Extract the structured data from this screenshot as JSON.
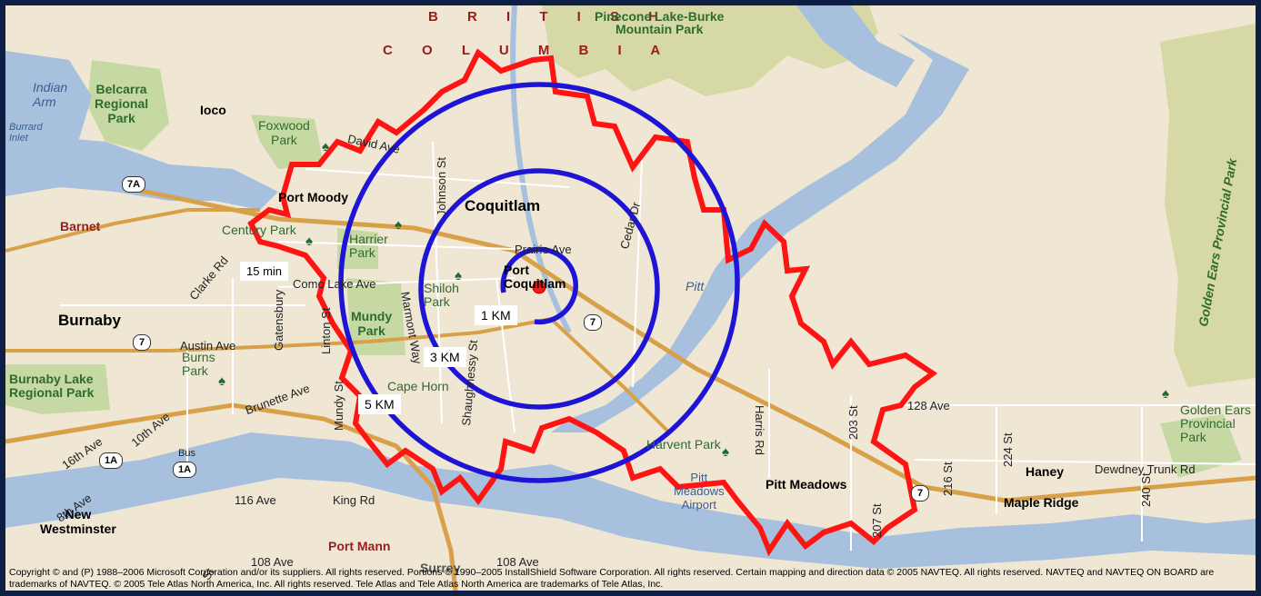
{
  "map": {
    "province": [
      "B R I T I S H",
      "C O L U M B I A"
    ],
    "places": {
      "coquitlam": "Coquitlam",
      "port_coquitlam": [
        "Port",
        "Coquitlam"
      ],
      "port_moody": "Port Moody",
      "burnaby": "Burnaby",
      "new_westminster": [
        "New",
        "Westminster"
      ],
      "pitt_meadows": "Pitt Meadows",
      "maple_ridge": "Maple Ridge",
      "haney": "Haney",
      "ioco": "Ioco",
      "barnet": "Barnet",
      "port_mann": "Port Mann",
      "surrey": "Surrey"
    },
    "parks": {
      "pinecone": [
        "Pinecone Lake-Burke",
        "Mountain Park"
      ],
      "belcarra": [
        "Belcarra",
        "Regional",
        "Park"
      ],
      "foxwood": [
        "Foxwood",
        "Park"
      ],
      "century": "Century Park",
      "harrier": [
        "Harrier",
        "Park"
      ],
      "shiloh": [
        "Shiloh",
        "Park"
      ],
      "mundy": [
        "Mundy",
        "Park"
      ],
      "burns": [
        "Burns",
        "Park"
      ],
      "burnaby_lake": [
        "Burnaby Lake",
        "Regional Park"
      ],
      "cape_horn": "Cape Horn",
      "golden_ears_pp": "Golden Ears Provincial Park",
      "golden_ears": [
        "Golden Ears",
        "Provincial",
        "Park"
      ],
      "harvent": "Harvent Park",
      "airport": [
        "Pitt",
        "Meadows",
        "Airport"
      ]
    },
    "water": {
      "indian_arm": [
        "Indian",
        "Arm"
      ],
      "burrard": [
        "Burrard",
        "Inlet"
      ],
      "pitt": "Pitt"
    },
    "streets": {
      "david": "David Ave",
      "johnson": "Johnson St",
      "cedar": "Cedar Dr",
      "prairie": "Prairie Ave",
      "como_lake": "Como Lake Ave",
      "clarke": "Clarke Rd",
      "gatensbury": "Gatensbury",
      "linton": "Linton St",
      "marmont": "Marmont Way",
      "austin": "Austin Ave",
      "mundy_st": "Mundy St",
      "brunette": "Brunette Ave",
      "shaughnessy": "Shaughnessy St",
      "tenth": "10th Ave",
      "sixteenth": "16th Ave",
      "eighth": "8th Ave",
      "bus": "Bus",
      "ave116": "116 Ave",
      "king": "King Rd",
      "ave108a": "108 Ave",
      "ave108b": "108 Ave",
      "harris": "Harris Rd",
      "st203": "203 St",
      "st207": "207 St",
      "st216": "216 St",
      "st224": "224 St",
      "st240": "240 St",
      "ave128": "128 Ave",
      "dewdney": "Dewdney Trunk Rd",
      "st_misc": "St"
    },
    "shields": [
      "7A",
      "7",
      "7",
      "1A",
      "1A",
      "7"
    ],
    "distances": {
      "d1": "1 KM",
      "d3": "3 KM",
      "d5": "5 KM",
      "drive": "15 min"
    },
    "copyright": "Copyright © and (P) 1988–2006 Microsoft Corporation and/or its suppliers. All rights reserved. Portions © 1990–2005 InstallShield Software Corporation. All rights reserved. Certain mapping and direction data © 2005 NAVTEQ. All rights reserved. NAVTEQ and NAVTEQ ON BOARD are trademarks of NAVTEQ. © 2005 Tele Atlas North America, Inc. All rights reserved. Tele Atlas and Tele Atlas North America are trademarks of Tele Atlas, Inc."
  },
  "colors": {
    "land": "#efe7d3",
    "water": "#a7c0de",
    "park": "#c6d9a3",
    "mountain_park": "#d6d8a5",
    "road_major": "#d8a048",
    "road_minor": "#ffffff",
    "ring": "#1d14d6",
    "drive_zone": "#ff1414",
    "center": "#ff1414"
  }
}
